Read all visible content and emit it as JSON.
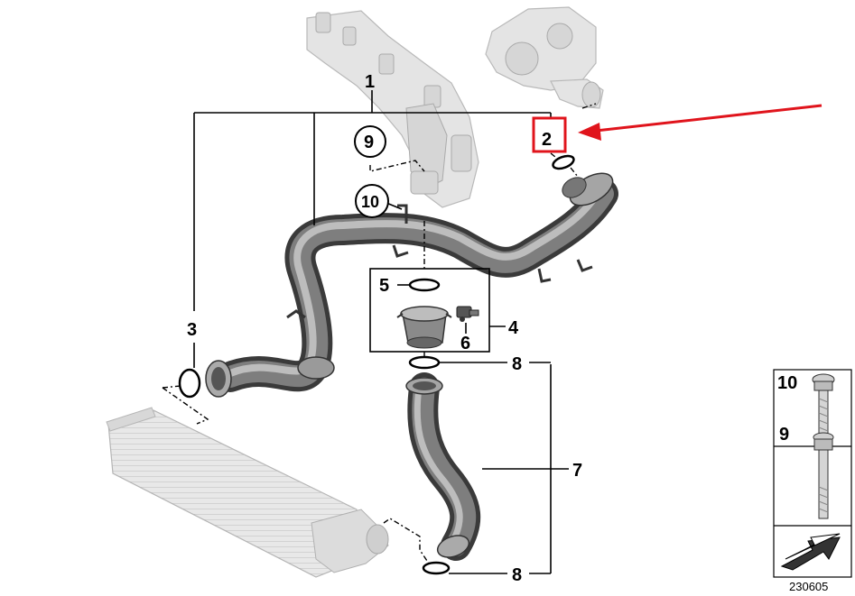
{
  "diagram": {
    "callouts": {
      "c1": "1",
      "c2": "2",
      "c3": "3",
      "c4": "4",
      "c5": "5",
      "c6": "6",
      "c7": "7",
      "c8_top": "8",
      "c8_bottom": "8",
      "c9": "9",
      "c10": "10"
    },
    "legend": {
      "item_10": "10",
      "item_9": "9"
    },
    "reference_number": "230605"
  },
  "colors": {
    "highlight_box": "#e0141c",
    "pointer_arrow": "#e0141c",
    "hose_dark": "#4a4a4a",
    "hose_mid": "#8a8a8a",
    "hose_light": "#c8c8c8",
    "ghost_part": "#e4e4e4"
  }
}
